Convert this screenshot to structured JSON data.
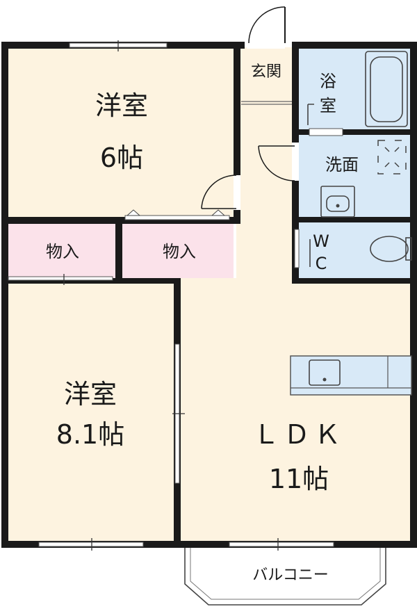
{
  "rooms": {
    "western_6": {
      "name": "洋室",
      "size": "6帖"
    },
    "western_8": {
      "name": "洋室",
      "size": "8.1帖"
    },
    "ldk": {
      "name": "ＬＤＫ",
      "size": "11帖"
    },
    "closet_left": {
      "name": "物入"
    },
    "closet_right": {
      "name": "物入"
    },
    "entrance": {
      "name": "玄関"
    },
    "bath": {
      "name_line1": "浴",
      "name_line2": "室"
    },
    "washroom": {
      "name": "洗面"
    },
    "toilet": {
      "name_line1": "W",
      "name_line2": "C"
    },
    "balcony": {
      "name": "バルコニー"
    }
  },
  "colors": {
    "floor": "#fdf3e0",
    "wet_area": "#d8e9f7",
    "closet": "#fbe2ea",
    "wall": "#1a1a1a"
  }
}
